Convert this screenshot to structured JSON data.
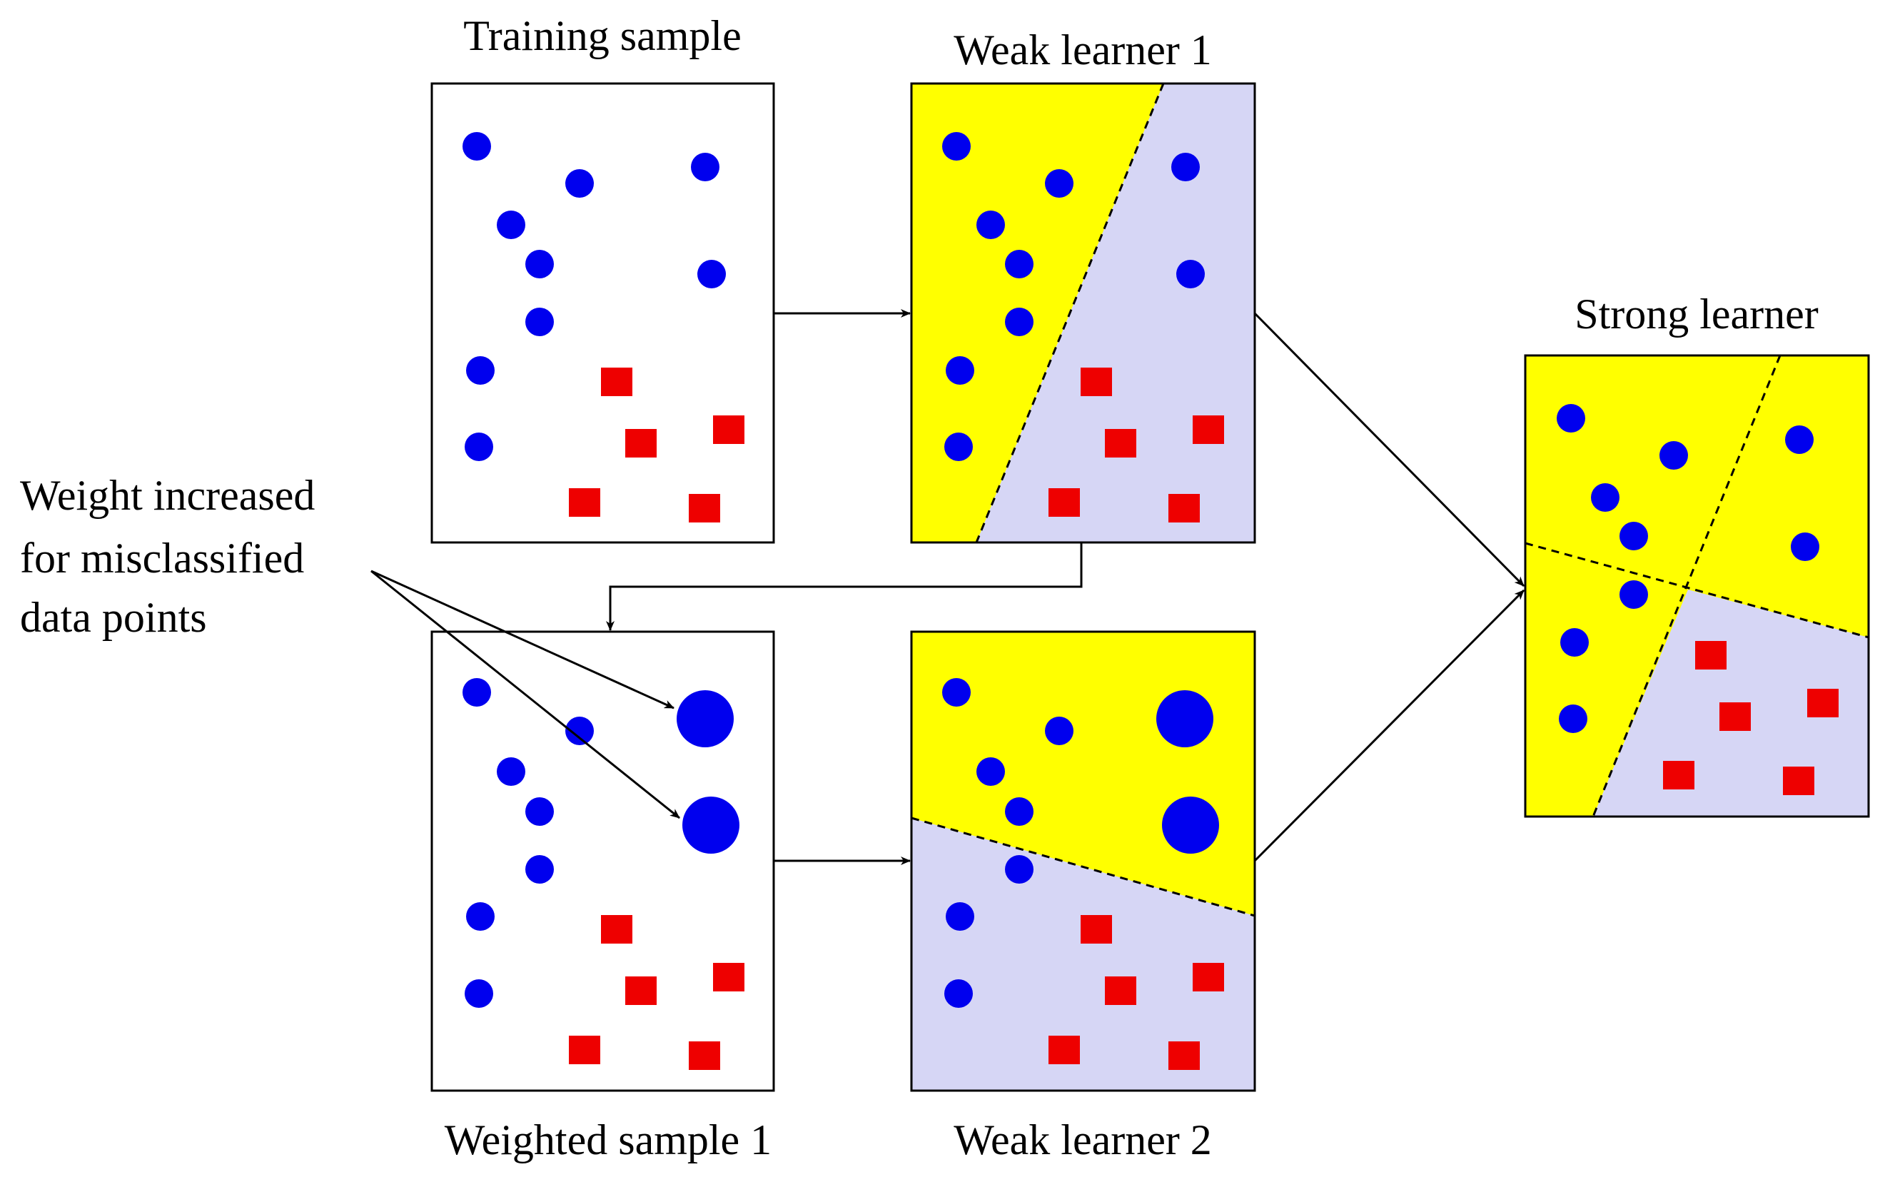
{
  "labels": {
    "training_sample": "Training sample",
    "weak_learner_1": "Weak learner 1",
    "weighted_sample_1": "Weighted sample 1",
    "weak_learner_2": "Weak learner 2",
    "strong_learner": "Strong learner",
    "annotation_lines": [
      "Weight increased",
      "for misclassified",
      "data points"
    ]
  },
  "colors": {
    "positive_region": "#ffff00",
    "negative_region": "#d6d6f5",
    "circle_point": "#0000ee",
    "square_point": "#ee0000",
    "border": "#000000"
  },
  "legend_semantics": {
    "circle": "blue-circle-data-point",
    "square": "red-square-data-point"
  }
}
